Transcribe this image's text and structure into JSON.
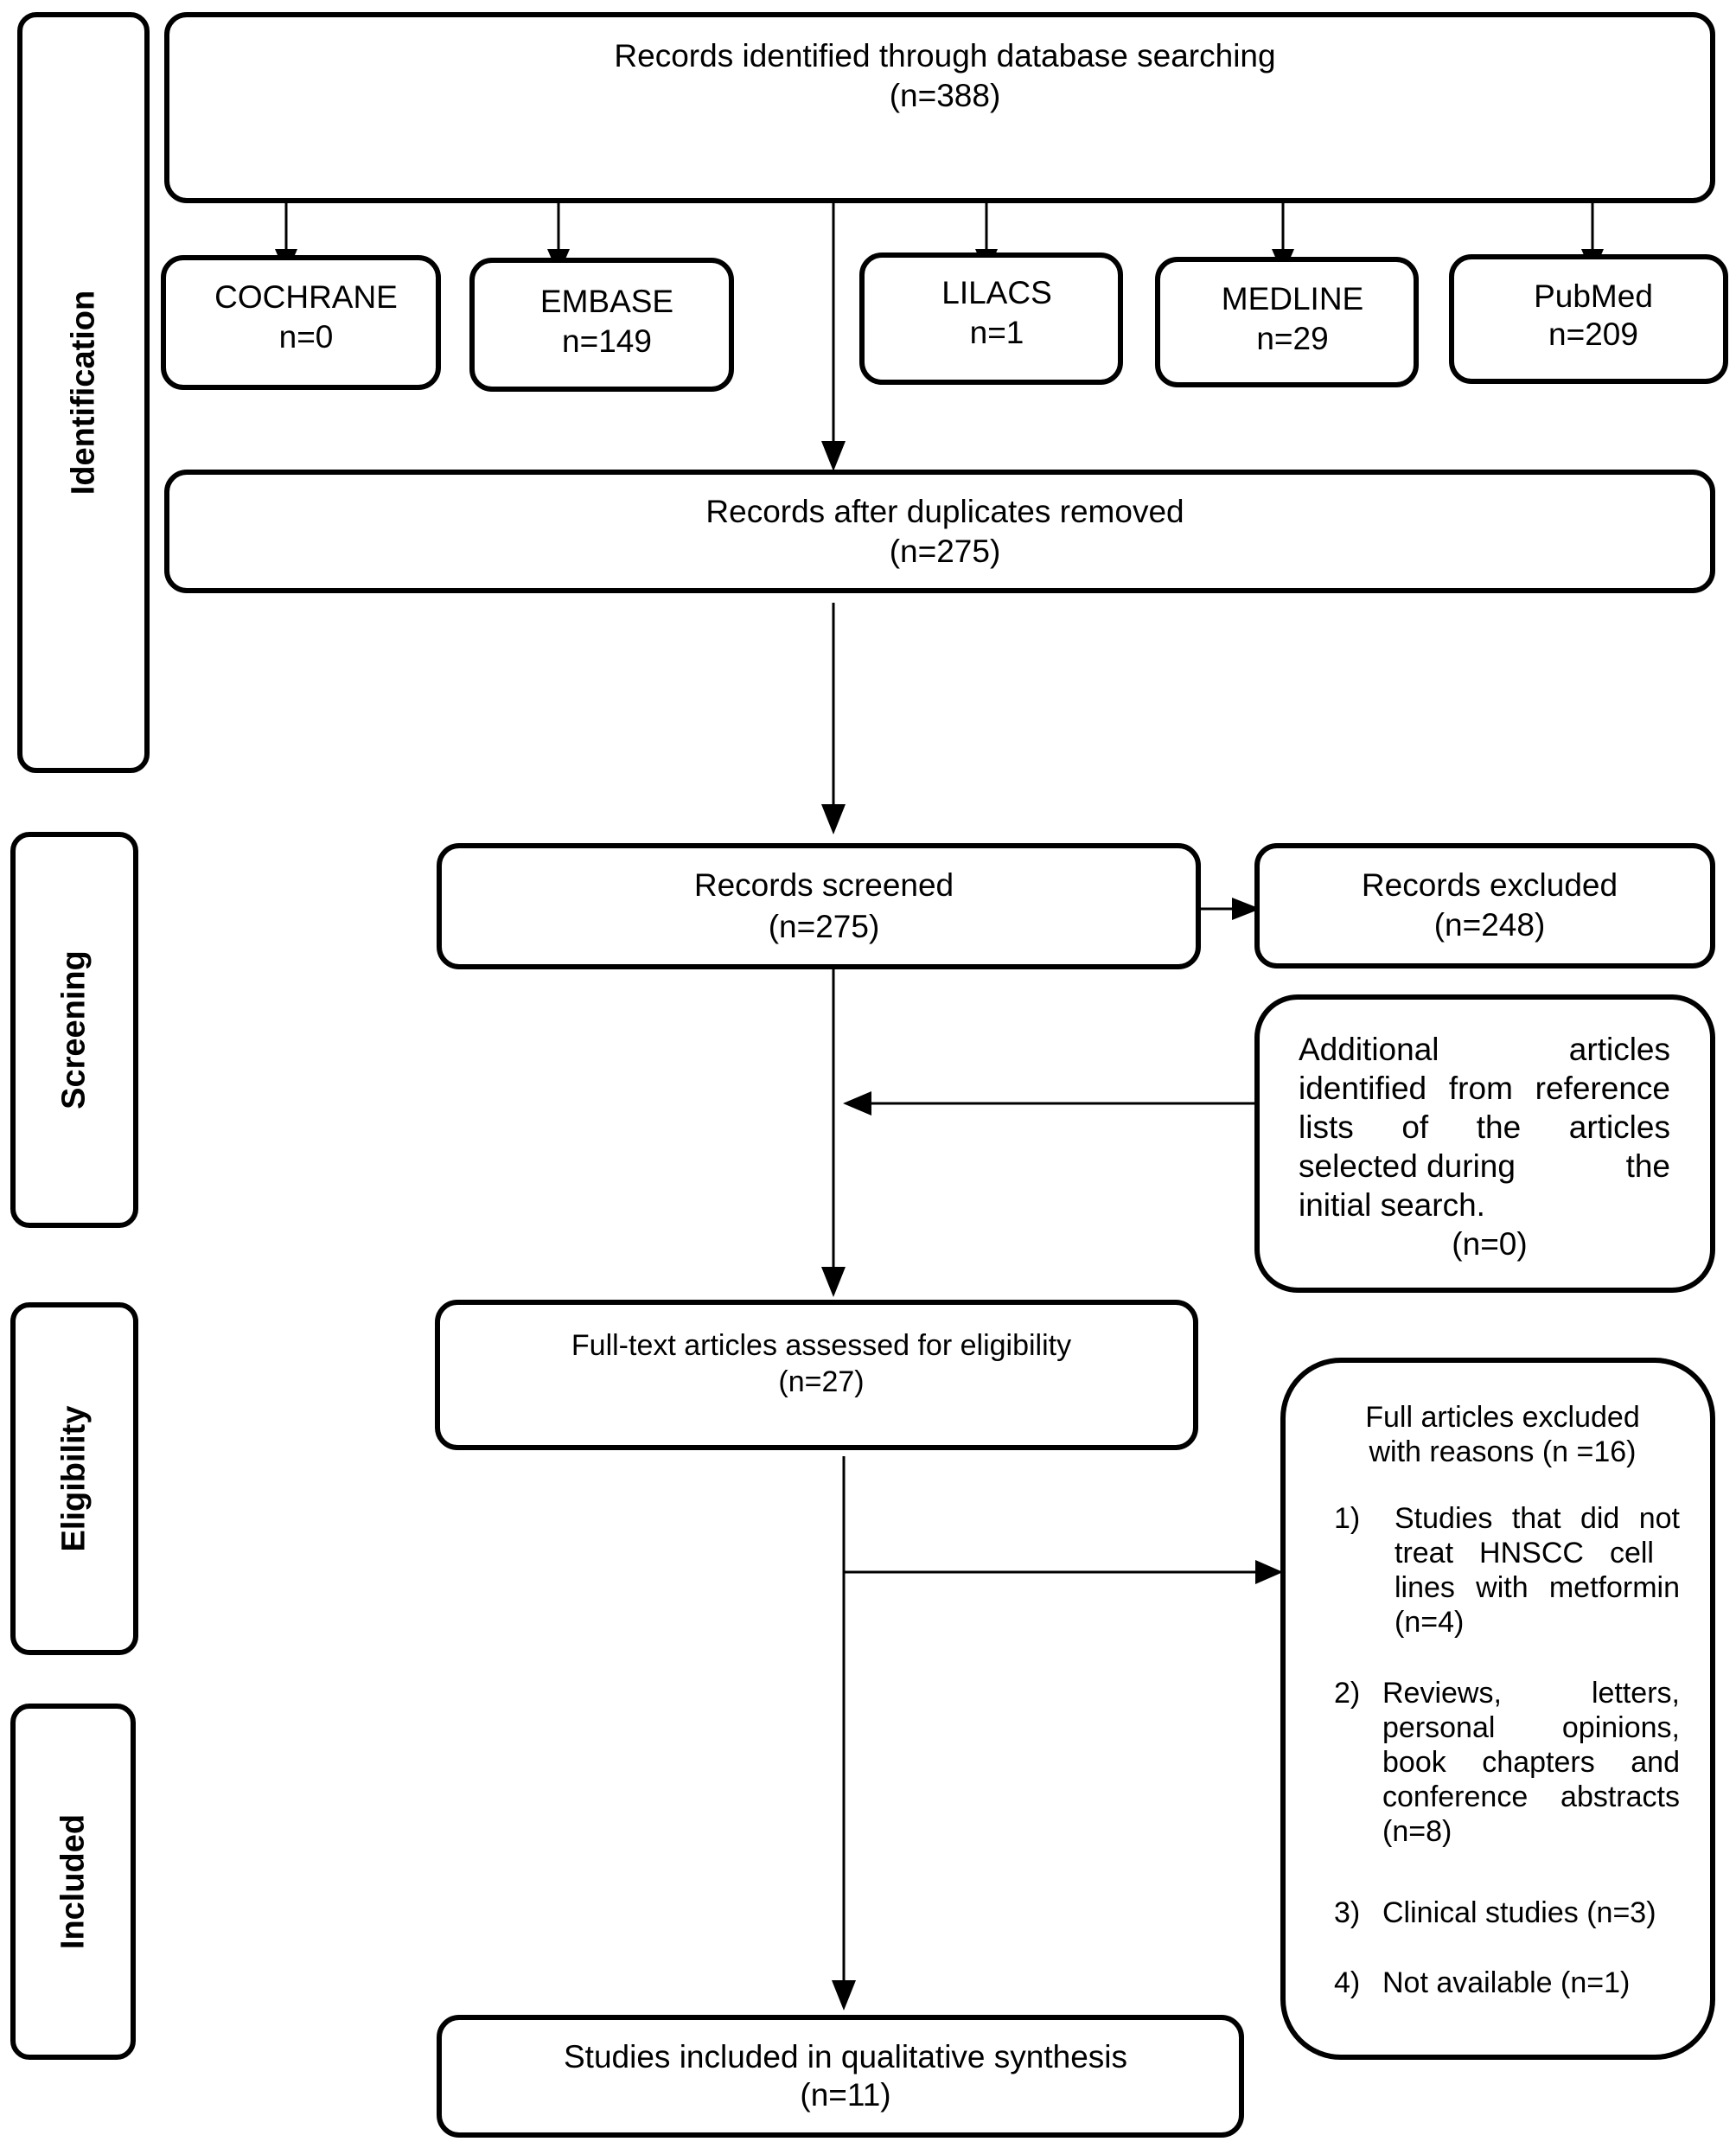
{
  "phases": {
    "identification": "Identification",
    "screening": "Screening",
    "eligibility": "Eligibility",
    "included": "Included"
  },
  "identified": {
    "label": "Records identified through database searching",
    "count": "(n=388)"
  },
  "databases": [
    {
      "name": "COCHRANE",
      "count": "n=0"
    },
    {
      "name": "EMBASE",
      "count": "n=149"
    },
    {
      "name": "LILACS",
      "count": "n=1"
    },
    {
      "name": "MEDLINE",
      "count": "n=29"
    },
    {
      "name": "PubMed",
      "count": "n=209"
    }
  ],
  "dedup": {
    "label": "Records after duplicates removed",
    "count": "(n=275)"
  },
  "screened": {
    "label": "Records screened",
    "count": "(n=275)"
  },
  "excluded": {
    "label": "Records excluded",
    "count": "(n=248)"
  },
  "additional": {
    "lines": [
      [
        "Additional",
        "articles"
      ],
      [
        "identified",
        "from",
        "reference"
      ],
      [
        "lists",
        "of",
        "the",
        "articles"
      ],
      [
        "selected during",
        "the"
      ],
      [
        "initial search."
      ]
    ],
    "count": "(n=0)"
  },
  "fulltext": {
    "label": "Full-text articles assessed for eligibility",
    "count": "(n=27)"
  },
  "full_excluded": {
    "title_line1": "Full articles excluded",
    "title_line2": "with reasons (n =16)",
    "reasons": [
      {
        "num": "1)",
        "lines": [
          [
            "Studies",
            "that",
            "did",
            "not"
          ],
          [
            "treat",
            "HNSCC",
            "cell"
          ],
          [
            "lines",
            "with",
            "metformin"
          ],
          [
            "(n=4)"
          ]
        ]
      },
      {
        "num": "2)",
        "lines": [
          [
            "Reviews,",
            "letters,"
          ],
          [
            "personal",
            "opinions,"
          ],
          [
            "book",
            "chapters",
            "and"
          ],
          [
            "conference",
            "abstracts"
          ],
          [
            "(n=8)"
          ]
        ]
      },
      {
        "num": "3)",
        "lines": [
          [
            "Clinical studies (n=3)"
          ]
        ]
      },
      {
        "num": "4)",
        "lines": [
          [
            "Not available (n=1)"
          ]
        ]
      }
    ]
  },
  "included": {
    "label": "Studies included in qualitative synthesis",
    "count": "(n=11)"
  }
}
